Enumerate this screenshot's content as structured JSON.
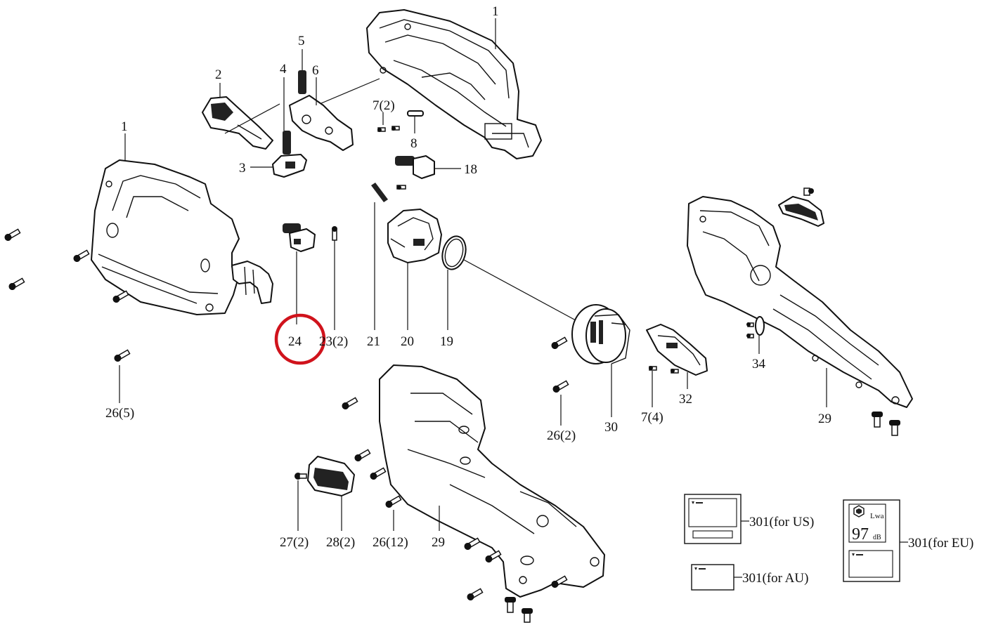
{
  "callouts": {
    "c1a": "1",
    "c1b": "1",
    "c2": "2",
    "c3": "3",
    "c4": "4",
    "c5": "5",
    "c6": "6",
    "c7_2": "7(2)",
    "c8": "8",
    "c18": "18",
    "c24": "24",
    "c23_2": "23(2)",
    "c21": "21",
    "c20": "20",
    "c19": "19",
    "c30": "30",
    "c7_4": "7(4)",
    "c32": "32",
    "c34": "34",
    "c29a": "29",
    "c29b": "29",
    "c26_5": "26(5)",
    "c26_2": "26(2)",
    "c26_12": "26(12)",
    "c27_2": "27(2)",
    "c28_2": "28(2)",
    "c301_us": "301(for US)",
    "c301_au": "301(for AU)",
    "c301_eu": "301(for EU)"
  },
  "eu_label": {
    "sound_symbol": "Lwa",
    "sound_value": "97",
    "sound_unit": "dB"
  },
  "highlight": {
    "target_part": "24",
    "color": "#d0131c"
  }
}
